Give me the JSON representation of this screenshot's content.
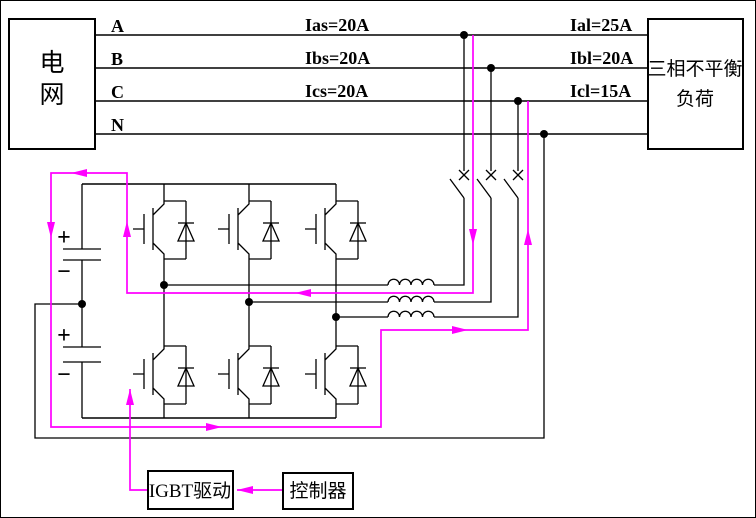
{
  "diagram": {
    "background": "#ffffff",
    "wire_color": "#000000",
    "flow_color": "#ff00ff"
  },
  "source_box": {
    "char1": "电",
    "char2": "网"
  },
  "load_box": {
    "line1": "三相不平衡",
    "line2": "负荷"
  },
  "phases": [
    {
      "label": "A",
      "source_current": "Ias=20A",
      "load_current": "Ial=25A"
    },
    {
      "label": "B",
      "source_current": "Ibs=20A",
      "load_current": "Ibl=20A"
    },
    {
      "label": "C",
      "source_current": "Ics=20A",
      "load_current": "Icl=15A"
    },
    {
      "label": "N",
      "source_current": "",
      "load_current": ""
    }
  ],
  "dc_link": {
    "cap1_plus": "+",
    "cap1_minus": "−",
    "cap2_plus": "+",
    "cap2_minus": "−"
  },
  "driver_box": {
    "label": "IGBT驱动"
  },
  "controller_box": {
    "label": "控制器"
  }
}
